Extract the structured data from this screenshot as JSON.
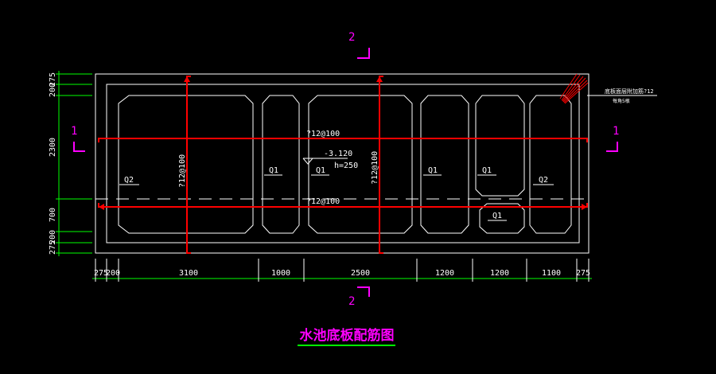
{
  "colors": {
    "background": "#000000",
    "outline": "#ffffff",
    "rebar": "#ff0000",
    "dimension": "#00ff00",
    "section_marker": "#ff00ff",
    "label": "#ffffff",
    "title": "#ff00ff",
    "title_underline": "#00ff00"
  },
  "title": "水池底板配筋图",
  "section_marks": {
    "top": "2",
    "bottom": "2",
    "left": "1",
    "right": "1"
  },
  "rebar_labels": {
    "top_horizontal": "?12@100",
    "bottom_horizontal": "?12@100",
    "vertical_left": "?12@100",
    "vertical_right": "?12@100"
  },
  "elevation": {
    "level": "-3.120",
    "thickness": "h=250"
  },
  "corner_note": {
    "line1": "底板面层附加筋?12",
    "line2": "每角5根"
  },
  "wall_labels": {
    "q2_left": "Q2",
    "q1_a": "Q1",
    "q1_b": "Q1",
    "q1_c": "Q1",
    "q1_d": "Q1",
    "q2_right": "Q2",
    "q1_small": "Q1"
  },
  "dims_bottom": [
    "275",
    "200",
    "3100",
    "1000",
    "2500",
    "1200",
    "1200",
    "1100",
    "275"
  ],
  "dims_left": [
    "275",
    "200",
    "2300",
    "700",
    "200",
    "275"
  ]
}
